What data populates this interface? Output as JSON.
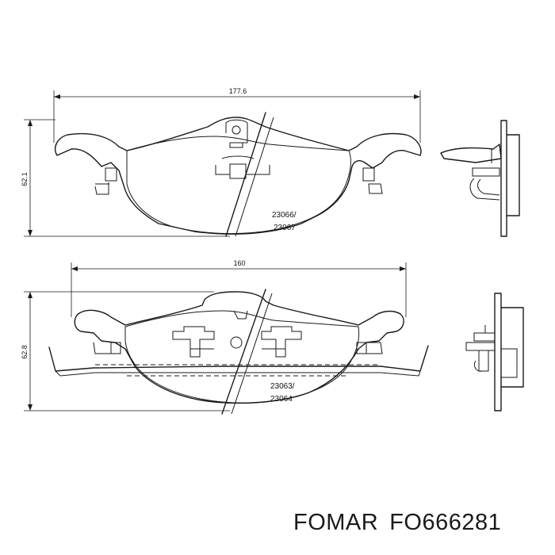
{
  "top_pad": {
    "width_dim": "177.6",
    "height_dim": "62.1",
    "part_numbers": [
      "23066/",
      "23067"
    ]
  },
  "bottom_pad": {
    "width_dim": "160",
    "height_dim": "62.8",
    "part_numbers": [
      "23063/",
      "23064"
    ]
  },
  "caption": {
    "brand": "FOMAR",
    "part_code": "FO666281"
  }
}
